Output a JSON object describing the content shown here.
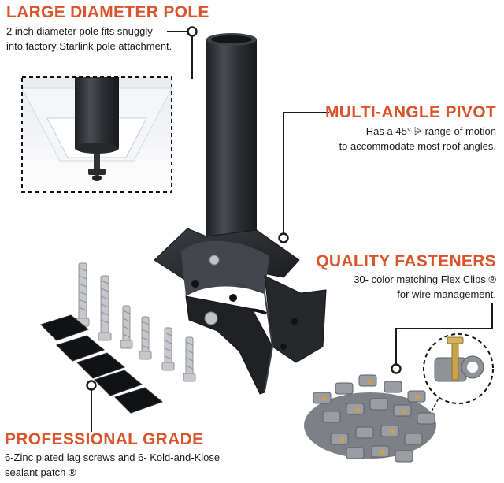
{
  "colors": {
    "heading": "#d9532b",
    "text": "#1a1a1a",
    "metal": "#2d2f33",
    "fastener_gray": "#8c8f94",
    "screw_silver": "#c6c8cc",
    "brass": "#c9a24a"
  },
  "features": {
    "pole": {
      "title": "LARGE DIAMETER POLE",
      "line1": "2 inch diameter pole fits snuggly",
      "line2": "into factory Starlink pole attachment."
    },
    "pivot": {
      "title": "MULTI-ANGLE PIVOT",
      "line1": "Has a 45° ⩥ range of motion",
      "line2": "to accommodate most roof angles."
    },
    "fasteners": {
      "title": "QUALITY FASTENERS",
      "line1": "30- color matching Flex Clips ®",
      "line2": "for wire management."
    },
    "grade": {
      "title": "PROFESSIONAL GRADE",
      "line1": "6-Zinc plated lag screws and 6- Kold-and-Klose",
      "line2": "sealant patch ®"
    }
  },
  "images": {
    "mount": "pole-mount-photo",
    "inset": "pole-attachment-inset-photo",
    "screws": "lag-screws-photo",
    "patches": "sealant-patches-photo",
    "clips": "flex-clips-pile-photo",
    "clip_zoom": "flex-clip-closeup-photo"
  }
}
